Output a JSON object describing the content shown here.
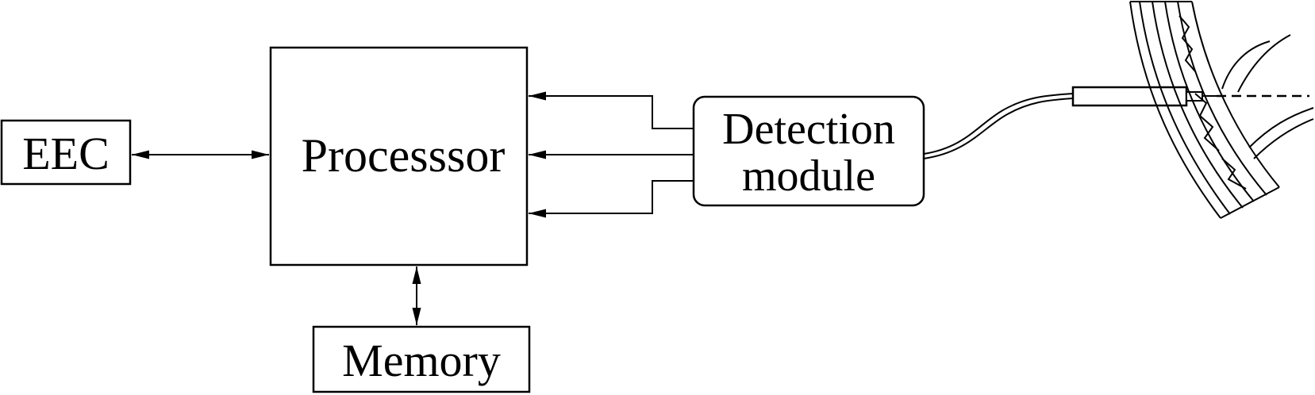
{
  "blocks": {
    "eec": "EEC",
    "processor": "Processsor",
    "memory": "Memory",
    "detection_line1": "Detection",
    "detection_line2": "module"
  },
  "colors": {
    "line": "#000000",
    "background": "#ffffff"
  }
}
